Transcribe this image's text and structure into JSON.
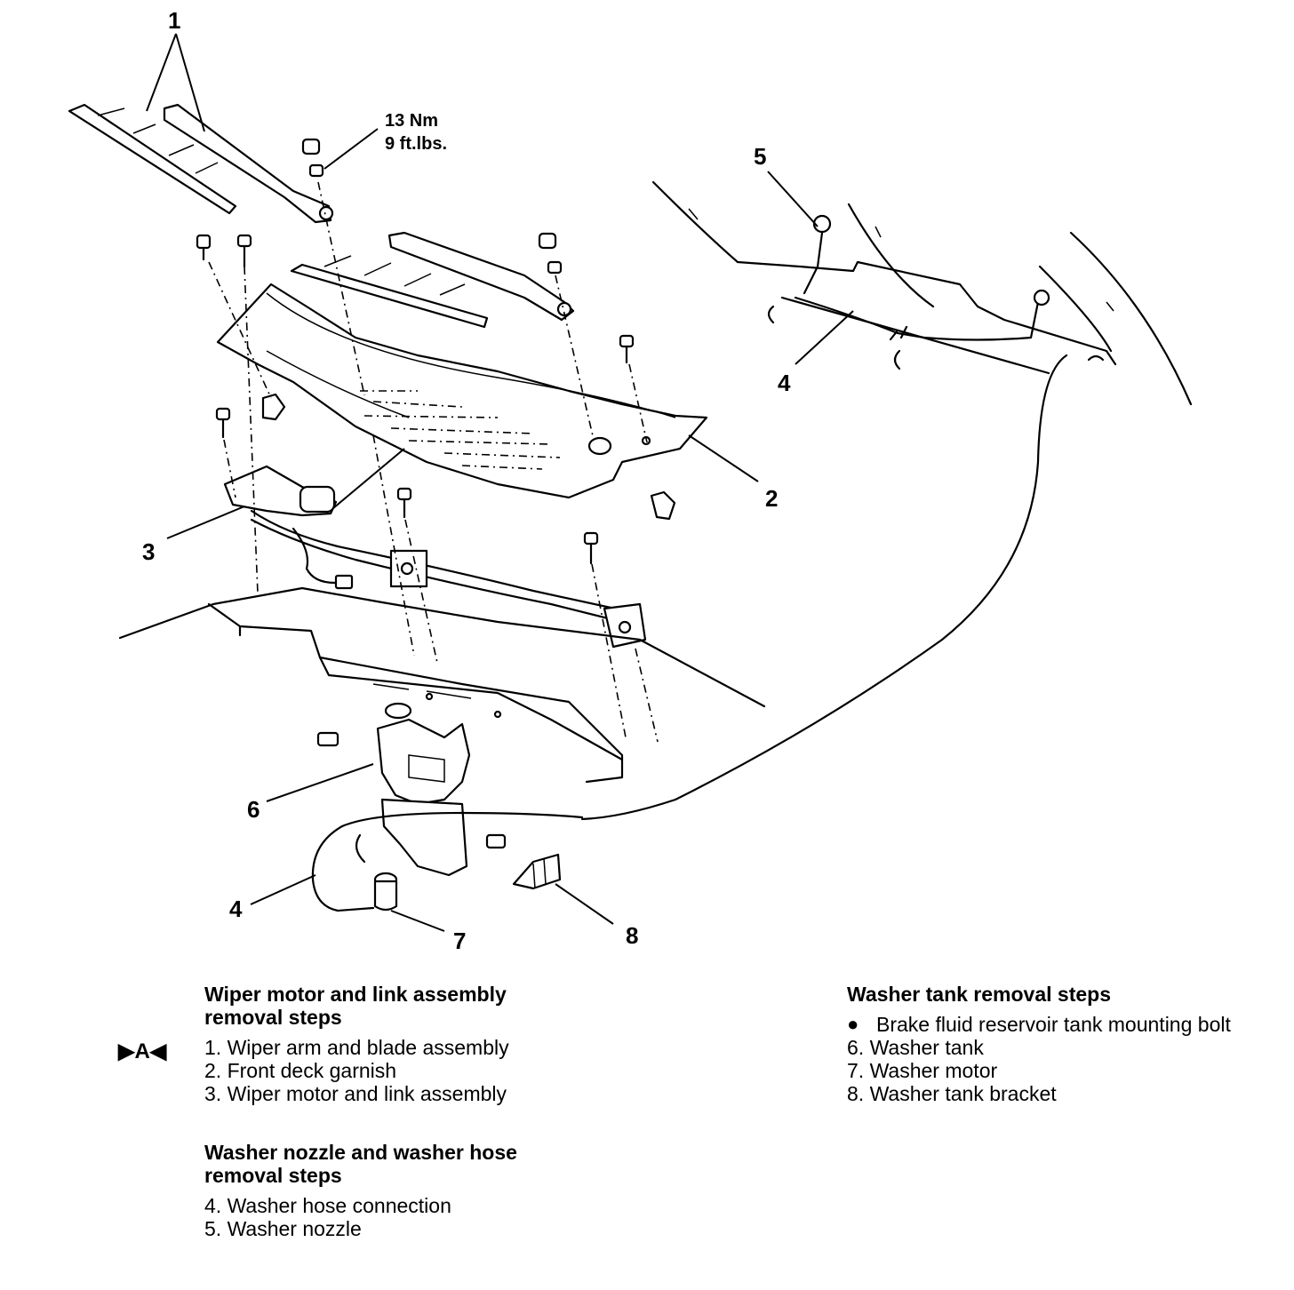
{
  "callouts": {
    "c1": "1",
    "c2": "2",
    "c3": "3",
    "c4_top": "4",
    "c4_bottom": "4",
    "c5": "5",
    "c6": "6",
    "c7": "7",
    "c8": "8"
  },
  "torque": {
    "line1": "13 Nm",
    "line2": "9 ft.lbs."
  },
  "marker": "▶A◀",
  "wiper_group": {
    "title_line1": "Wiper motor and link assembly",
    "title_line2": "removal steps",
    "steps": [
      "1. Wiper arm and blade assembly",
      "2. Front deck garnish",
      "3. Wiper motor and link assembly"
    ]
  },
  "nozzle_group": {
    "title_line1": "Washer nozzle and washer hose",
    "title_line2": "removal steps",
    "steps": [
      "4. Washer hose connection",
      "5. Washer nozzle"
    ]
  },
  "tank_group": {
    "title": "Washer tank removal steps",
    "bullet_symbol": "●",
    "bullet_item": "Brake fluid reservoir tank mounting bolt",
    "steps": [
      "6. Washer tank",
      "7. Washer motor",
      "8. Washer tank bracket"
    ]
  }
}
